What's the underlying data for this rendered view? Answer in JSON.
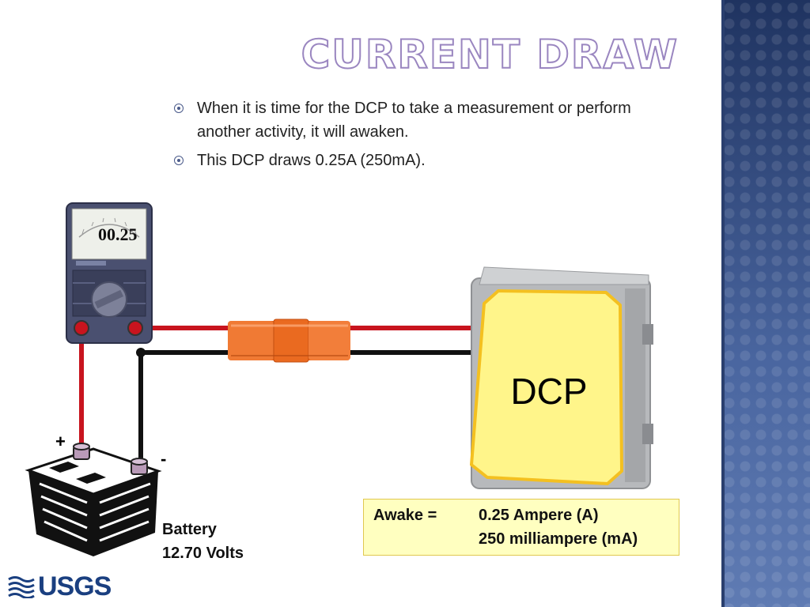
{
  "slide": {
    "title": "Current Draw",
    "bullets": [
      " When it is time for the DCP to take a measurement or perform another activity, it will awaken.",
      "This DCP draws 0.25A (250mA)."
    ]
  },
  "diagram": {
    "meter_reading": "00.25",
    "device_label": "DCP",
    "battery_plus": "+",
    "battery_minus": "-",
    "battery_label": "Battery",
    "battery_voltage": "12.70 Volts",
    "wire_colors": {
      "positive": "#c8141e",
      "negative": "#111111"
    }
  },
  "awake_box": {
    "label": "Awake =",
    "amperes": "0.25 Ampere (A)",
    "milliamperes": "250 milliampere (mA)"
  },
  "logo": {
    "text": "USGS"
  },
  "colors": {
    "title_outline": "#9a86c0",
    "dcp_fill": "#fff58a",
    "awake_fill": "#ffffc0",
    "band": "#3f5a8f"
  }
}
